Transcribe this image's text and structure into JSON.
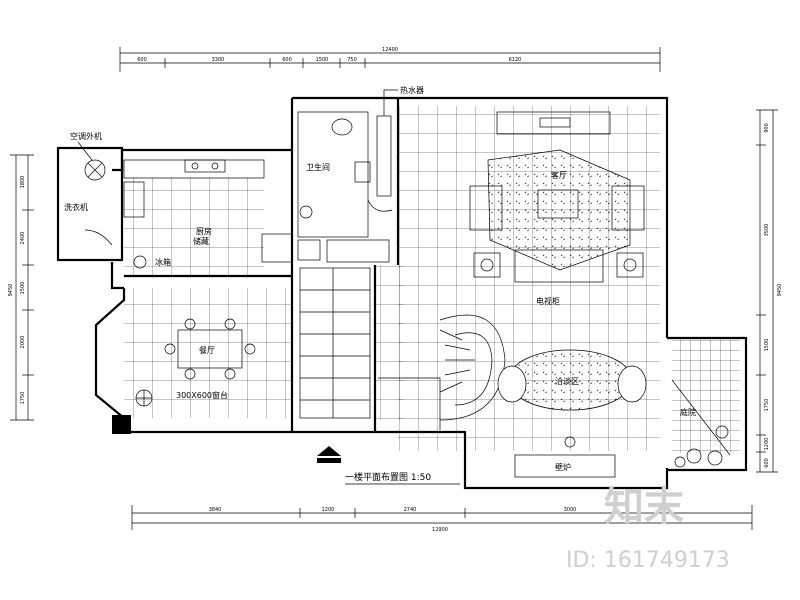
{
  "drawing": {
    "title": "一楼平面布置图 1:50"
  },
  "rooms": {
    "kitchen": "厨房",
    "dining": "餐厅",
    "living": "客厅",
    "negotiation": "洽谈区",
    "yard": "庭院",
    "storage": "储藏",
    "toilet": "卫生间"
  },
  "annotations": {
    "ac_unit": "空调外机",
    "water_heater": "热水器",
    "washer": "洗衣机",
    "refrigerator": "冰箱",
    "tv_cabinet": "电视柜",
    "fireplace": "壁炉",
    "window_note": "300X600窗台"
  },
  "dimensions": {
    "top_total": "12400",
    "top_segments": [
      "600",
      "3300",
      "600",
      "1500",
      "750",
      "6120"
    ],
    "bottom_total": "12900",
    "bottom_segments": [
      "3840",
      "1200",
      "2740",
      "3000"
    ],
    "right_segments": [
      "900",
      "3500",
      "1500",
      "1750",
      "1200",
      "600"
    ],
    "right_total": "9450",
    "left_segments": [
      "1800",
      "2400",
      "1500",
      "2000",
      "1750"
    ],
    "left_total": "9450"
  },
  "watermark": {
    "brand": "知末",
    "id": "ID: 161749173"
  }
}
